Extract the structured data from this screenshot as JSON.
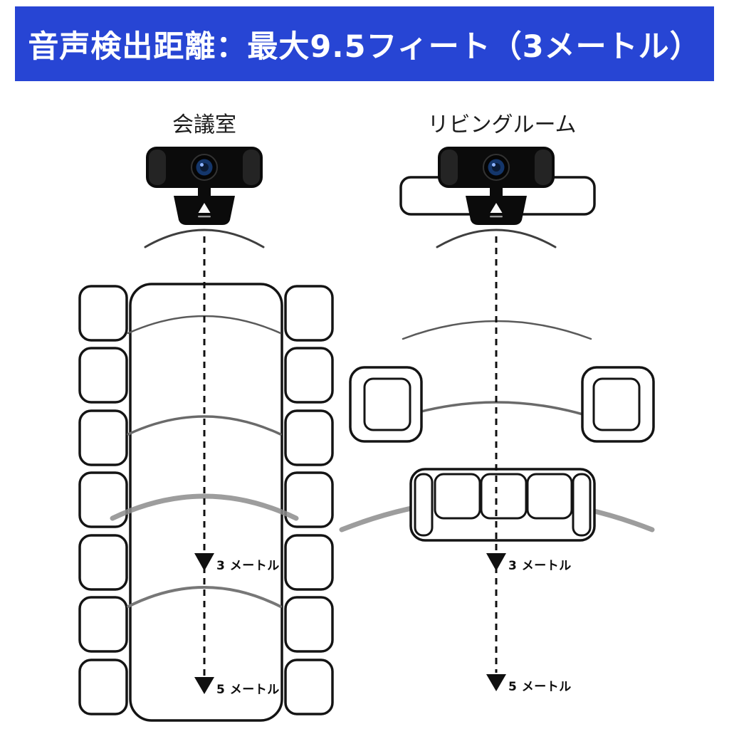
{
  "banner": {
    "title": "音声検出距離：最大9.5フィート（3メートル）",
    "bg_color": "#2745d4",
    "text_color": "#ffffff"
  },
  "left_diagram": {
    "title": "会議室",
    "label_3m": "3 メートル",
    "label_5m": "5 メートル"
  },
  "right_diagram": {
    "title": "リビングルーム",
    "label_3m": "3 メートル",
    "label_5m": "5 メートル"
  },
  "colors": {
    "outline": "#141414",
    "sound_wave_gray": "#8c8c8c",
    "webcam_black": "#0b0b0b",
    "lens_blue": "#14366b"
  }
}
